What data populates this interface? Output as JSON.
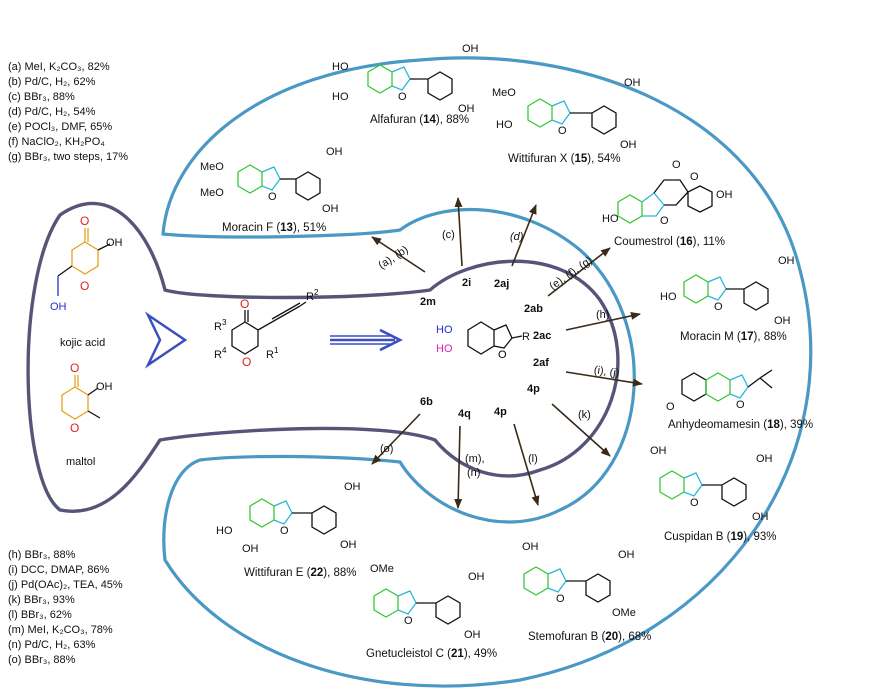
{
  "conditions_top": [
    "(a) MeI, K₂CO₃, 82%",
    "(b) Pd/C, H₂, 62%",
    "(c) BBr₃, 88%",
    "(d) Pd/C, H₂, 54%",
    "(e) POCl₃, DMF, 65%",
    "(f) NaClO₂, KH₂PO₄",
    "(g) BBr₃, two steps, 17%"
  ],
  "conditions_bottom": [
    "(h) BBr₃, 88%",
    "(i) DCC, DMAP, 86%",
    "(j) Pd(OAc)₂, TEA, 45%",
    "(k) BBr₃, 93%",
    "(l) BBr₃, 62%",
    "(m) MeI, K₂CO₃, 78%",
    "(n) Pd/C, H₂, 63%",
    "(o) BBr₃, 88%"
  ],
  "starting_materials": {
    "kojic": "kojic acid",
    "maltol": "maltol"
  },
  "intermediates": [
    "2m",
    "2i",
    "2aj",
    "2ab",
    "2ac",
    "2af",
    "4p",
    "4p",
    "4q",
    "6b"
  ],
  "arrow_labels": {
    "ab": "(a), (b)",
    "c": "(c)",
    "d": "(d)",
    "efg": "(e), (f), (g)",
    "h": "(h)",
    "ij": "(i), (j)",
    "k": "(k)",
    "l": "(l)",
    "mn1": "(m),",
    "mn2": "(n)",
    "o": "(o)"
  },
  "products": {
    "p13": {
      "name": "Moracin F (",
      "num": "13",
      "yield": "), 51%"
    },
    "p14": {
      "name": "Alfafuran (",
      "num": "14",
      "yield": "), 88%"
    },
    "p15": {
      "name": "Wittifuran X (",
      "num": "15",
      "yield": "), 54%"
    },
    "p16": {
      "name": "Coumestrol (",
      "num": "16",
      "yield": "), 11%"
    },
    "p17": {
      "name": "Moracin M (",
      "num": "17",
      "yield": "), 88%"
    },
    "p18": {
      "name": "Anhydeomamesin (",
      "num": "18",
      "yield": "), 39%"
    },
    "p19": {
      "name": "Cuspidan B (",
      "num": "19",
      "yield": "), 93%"
    },
    "p20": {
      "name": "Stemofuran B (",
      "num": "20",
      "yield": "), 68%"
    },
    "p21": {
      "name": "Gnetucleistol C (",
      "num": "21",
      "yield": "), 49%"
    },
    "p22": {
      "name": "Wittifuran E (",
      "num": "22",
      "yield": "), 88%"
    }
  },
  "atoms": {
    "O": "O",
    "OH": "OH",
    "HO": "HO",
    "MeO": "MeO",
    "OMe": "OMe",
    "R": "R",
    "R1": "R",
    "R2": "R",
    "R3": "R",
    "R4": "R",
    "s1": "1",
    "s2": "2",
    "s3": "3",
    "s4": "4"
  },
  "colors": {
    "ring": "#4a98c4",
    "inner": "#55557a",
    "arrow": "#3a2a18",
    "green": "#38c838",
    "cyan": "#2bb7d8",
    "blue_arrow": "#3a4fc0",
    "hetero": "#e02020",
    "oh_blue": "#2030d0",
    "ho_magenta": "#e020c0"
  }
}
